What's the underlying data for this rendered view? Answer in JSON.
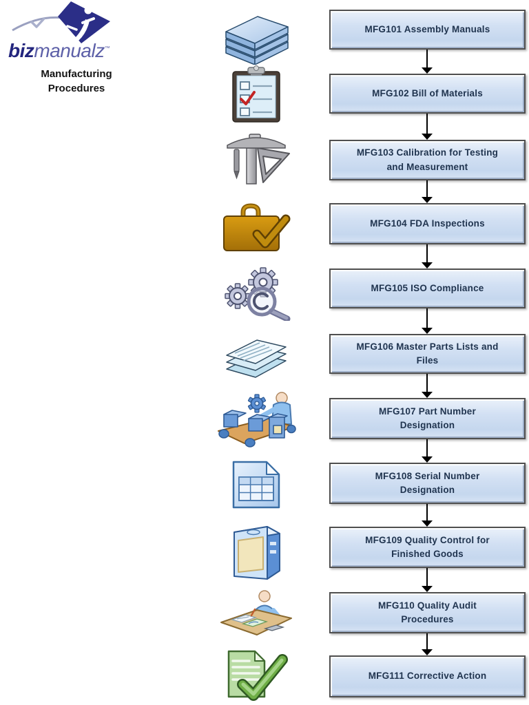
{
  "logo": {
    "brand_bold": "biz",
    "brand_light": "manualz",
    "trademark": "™",
    "subtitle": "Manufacturing\nProcedures"
  },
  "flow": {
    "steps": [
      {
        "id": "MFG101",
        "label": "MFG101 Assembly Manuals",
        "icon": "books-stack-icon"
      },
      {
        "id": "MFG102",
        "label": "MFG102 Bill of Materials",
        "icon": "clipboard-checklist-icon"
      },
      {
        "id": "MFG103",
        "label": "MFG103 Calibration for Testing\nand Measurement",
        "icon": "measuring-tools-icon"
      },
      {
        "id": "MFG104",
        "label": "MFG104 FDA Inspections",
        "icon": "briefcase-check-icon"
      },
      {
        "id": "MFG105",
        "label": "MFG105 ISO Compliance",
        "icon": "gears-magnifier-icon"
      },
      {
        "id": "MFG106",
        "label": "MFG106 Master Parts Lists and\nFiles",
        "icon": "papers-stack-icon"
      },
      {
        "id": "MFG107",
        "label": "MFG107 Part Number\nDesignation",
        "icon": "assembly-line-icon"
      },
      {
        "id": "MFG108",
        "label": "MFG108 Serial Number\nDesignation",
        "icon": "spreadsheet-icon"
      },
      {
        "id": "MFG109",
        "label": "MFG109 Quality Control for\nFinished Goods",
        "icon": "software-box-icon"
      },
      {
        "id": "MFG110",
        "label": "MFG110 Quality Audit\nProcedures",
        "icon": "auditor-desk-icon"
      },
      {
        "id": "MFG111",
        "label": "MFG111 Corrective Action",
        "icon": "document-check-icon"
      }
    ]
  },
  "colors": {
    "box_fill": "#cddcf0",
    "box_border": "#4f4f4f",
    "box_text": "#20344f",
    "arrow": "#000000",
    "logo_navy": "#2b2e87",
    "logo_light_text": "#5d60a8"
  }
}
